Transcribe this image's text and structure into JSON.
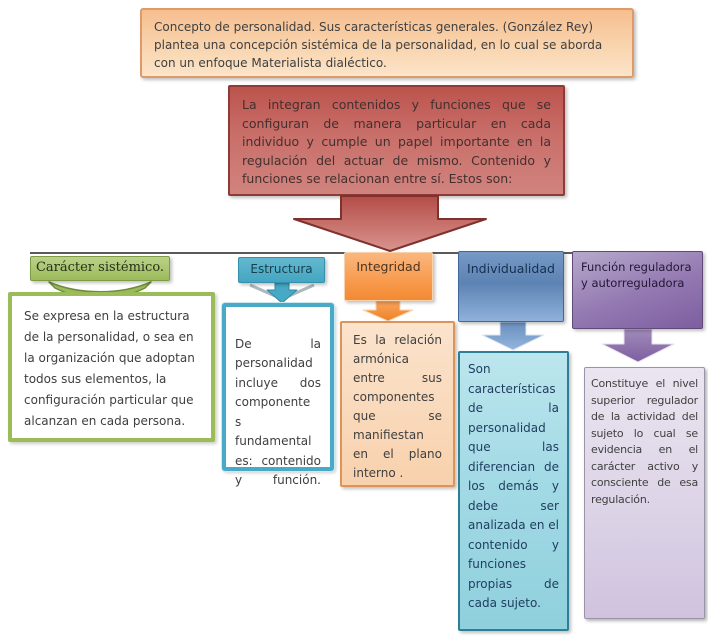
{
  "diagram": {
    "title_box": {
      "text": "Concepto de personalidad. Sus características generales. (González Rey) plantea una concepción sistémica de la personalidad, en lo cual se aborda con un enfoque Materialista dialéctico."
    },
    "intro_box": {
      "text": "La integran contenidos  y funciones que se configuran de manera particular en cada individuo y cumple un papel importante en la regulación del actuar de mismo. Contenido y funciones se relacionan entre sí. Estos son:"
    },
    "branches": [
      {
        "label": "Carácter sistémico.",
        "description": "Se expresa en la estructura de la personalidad, o sea en la organización que adoptan todos sus elementos, la configuración particular que alcanzan en cada persona.",
        "accent": "#9BBB59"
      },
      {
        "label": "Estructura",
        "description": "De la\npersonalidad\nincluye dos\ncomponente\ns\nfundamental\nes: contenido\ny función.",
        "accent": "#4BACC6"
      },
      {
        "label": "Integridad",
        "description": "Es la relación armónica entre sus componentes que se manifiestan en el plano interno .",
        "accent": "#F79646"
      },
      {
        "label": "Individualidad",
        "description": "Son características de la personalidad que las diferencian de los demás y debe ser analizada en el contenido y funciones propias de cada sujeto.",
        "accent": "#4F81BD"
      },
      {
        "label": "Función reguladora y autorreguladora",
        "description": "Constituye el nivel superior regulador de la actividad del sujeto lo cual se evidencia en el carácter activo y consciente de esa regulación.",
        "accent": "#8064A2"
      }
    ],
    "colors": {
      "title_accent": "#DE9A69",
      "intro_accent": "#C0504D",
      "connector_line": "#5A5A5A"
    }
  }
}
